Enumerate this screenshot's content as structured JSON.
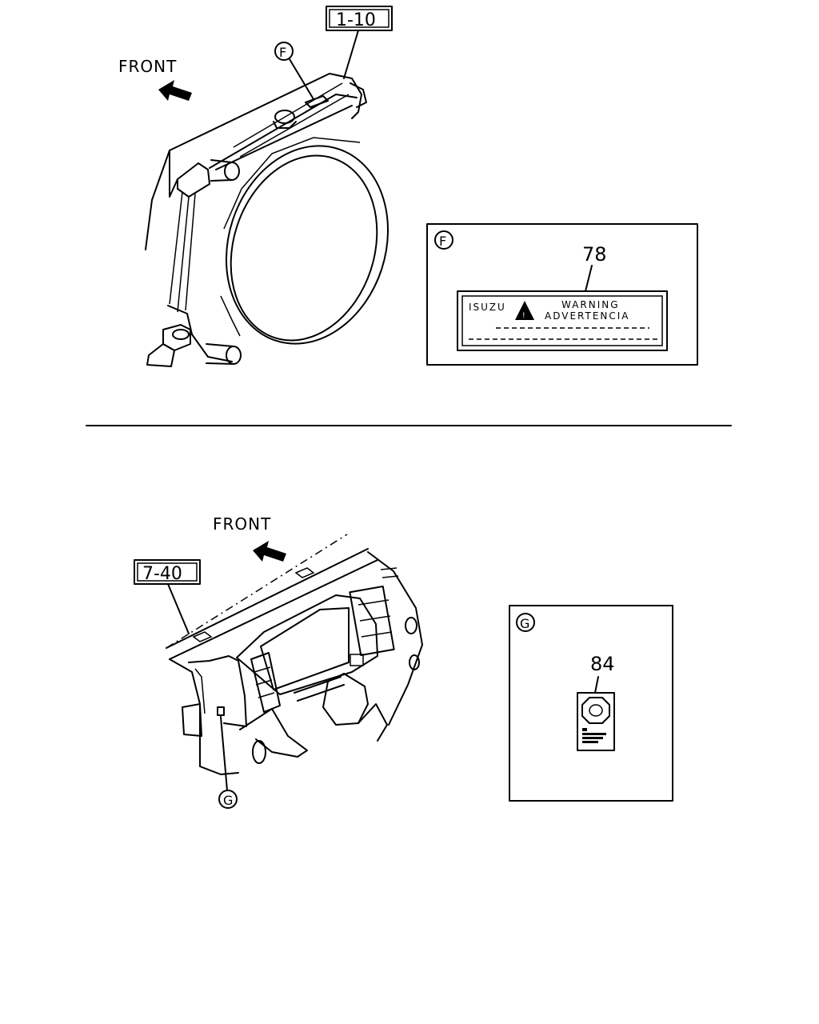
{
  "top_section": {
    "front_label": "FRONT",
    "ref_box_label": "1-10",
    "callout_letter": "F",
    "detail_box": {
      "letter": "F",
      "part_number": "78",
      "label_brand": "ISUZU",
      "label_text_line1": "WARNING",
      "label_text_line2": "ADVERTENCIA"
    }
  },
  "bottom_section": {
    "front_label": "FRONT",
    "ref_box_label": "7-40",
    "callout_letter": "G",
    "detail_box": {
      "letter": "G",
      "part_number": "84"
    }
  }
}
